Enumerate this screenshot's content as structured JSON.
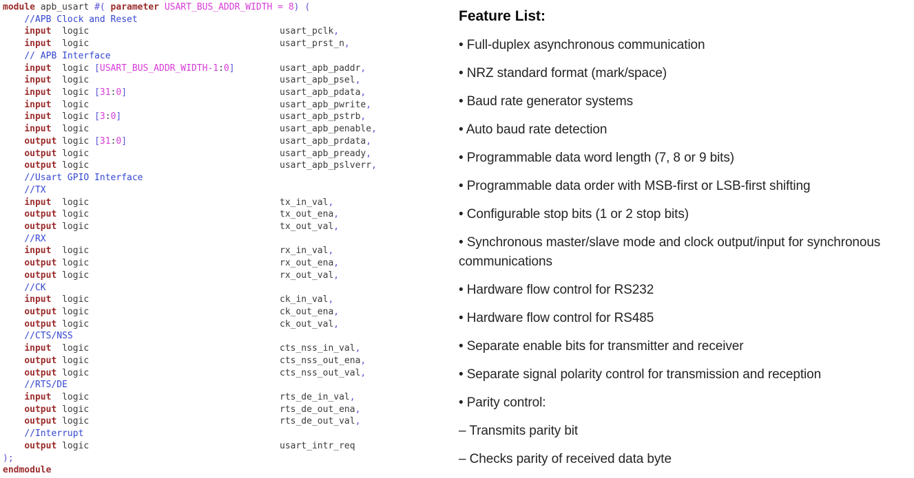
{
  "palette": {
    "keyword": "#9b2c2c",
    "comment": "#3346d1",
    "magenta": "#d83bd8",
    "punctuation": "#5a53d4",
    "plain": "#3a3a3a",
    "background": "#ffffff",
    "feature_text": "#242424"
  },
  "code": {
    "lines": [
      {
        "tokens": [
          [
            "kw",
            "module"
          ],
          [
            "pl",
            " apb_usart "
          ],
          [
            "pu",
            "#("
          ],
          [
            "pl",
            " "
          ],
          [
            "kw",
            "parameter"
          ],
          [
            "mg",
            " USART_BUS_ADDR_WIDTH = 8"
          ],
          [
            "pu",
            ")"
          ],
          [
            "pl",
            " "
          ],
          [
            "pu",
            "("
          ]
        ]
      },
      {
        "tokens": [
          [
            "pl",
            "    "
          ],
          [
            "cm",
            "//APB Clock and Reset"
          ]
        ]
      },
      {
        "tokens": [
          [
            "pl",
            "    "
          ],
          [
            "kw",
            "input"
          ],
          [
            "pl",
            "  logic"
          ]
        ],
        "signal": "usart_pclk",
        "comma": true
      },
      {
        "tokens": [
          [
            "pl",
            "    "
          ],
          [
            "kw",
            "input"
          ],
          [
            "pl",
            "  logic"
          ]
        ],
        "signal": "usart_prst_n",
        "comma": true
      },
      {
        "tokens": [
          [
            "pl",
            "    "
          ],
          [
            "cm",
            "// APB Interface"
          ]
        ]
      },
      {
        "tokens": [
          [
            "pl",
            "    "
          ],
          [
            "kw",
            "input"
          ],
          [
            "pl",
            "  logic "
          ],
          [
            "pu",
            "["
          ],
          [
            "mg",
            "USART_BUS_ADDR_WIDTH-1"
          ],
          [
            "pl",
            ":"
          ],
          [
            "mg",
            "0"
          ],
          [
            "pu",
            "]"
          ]
        ],
        "signal": "usart_apb_paddr",
        "comma": true
      },
      {
        "tokens": [
          [
            "pl",
            "    "
          ],
          [
            "kw",
            "input"
          ],
          [
            "pl",
            "  logic"
          ]
        ],
        "signal": "usart_apb_psel",
        "comma": true
      },
      {
        "tokens": [
          [
            "pl",
            "    "
          ],
          [
            "kw",
            "input"
          ],
          [
            "pl",
            "  logic "
          ],
          [
            "pu",
            "["
          ],
          [
            "mg",
            "31"
          ],
          [
            "pl",
            ":"
          ],
          [
            "mg",
            "0"
          ],
          [
            "pu",
            "]"
          ]
        ],
        "signal": "usart_apb_pdata",
        "comma": true
      },
      {
        "tokens": [
          [
            "pl",
            "    "
          ],
          [
            "kw",
            "input"
          ],
          [
            "pl",
            "  logic"
          ]
        ],
        "signal": "usart_apb_pwrite",
        "comma": true
      },
      {
        "tokens": [
          [
            "pl",
            "    "
          ],
          [
            "kw",
            "input"
          ],
          [
            "pl",
            "  logic "
          ],
          [
            "pu",
            "["
          ],
          [
            "mg",
            "3"
          ],
          [
            "pl",
            ":"
          ],
          [
            "mg",
            "0"
          ],
          [
            "pu",
            "]"
          ]
        ],
        "signal": "usart_apb_pstrb",
        "comma": true
      },
      {
        "tokens": [
          [
            "pl",
            "    "
          ],
          [
            "kw",
            "input"
          ],
          [
            "pl",
            "  logic"
          ]
        ],
        "signal": "usart_apb_penable",
        "comma": true
      },
      {
        "tokens": [
          [
            "pl",
            "    "
          ],
          [
            "kw",
            "output"
          ],
          [
            "pl",
            " logic "
          ],
          [
            "pu",
            "["
          ],
          [
            "mg",
            "31"
          ],
          [
            "pl",
            ":"
          ],
          [
            "mg",
            "0"
          ],
          [
            "pu",
            "]"
          ]
        ],
        "signal": "usart_apb_prdata",
        "comma": true
      },
      {
        "tokens": [
          [
            "pl",
            "    "
          ],
          [
            "kw",
            "output"
          ],
          [
            "pl",
            " logic"
          ]
        ],
        "signal": "usart_apb_pready",
        "comma": true
      },
      {
        "tokens": [
          [
            "pl",
            "    "
          ],
          [
            "kw",
            "output"
          ],
          [
            "pl",
            " logic"
          ]
        ],
        "signal": "usart_apb_pslverr",
        "comma": true
      },
      {
        "tokens": [
          [
            "pl",
            "    "
          ],
          [
            "cm",
            "//Usart GPIO Interface"
          ]
        ]
      },
      {
        "tokens": [
          [
            "pl",
            "    "
          ],
          [
            "cm",
            "//TX"
          ]
        ]
      },
      {
        "tokens": [
          [
            "pl",
            "    "
          ],
          [
            "kw",
            "input"
          ],
          [
            "pl",
            "  logic"
          ]
        ],
        "signal": "tx_in_val",
        "comma": true
      },
      {
        "tokens": [
          [
            "pl",
            "    "
          ],
          [
            "kw",
            "output"
          ],
          [
            "pl",
            " logic"
          ]
        ],
        "signal": "tx_out_ena",
        "comma": true
      },
      {
        "tokens": [
          [
            "pl",
            "    "
          ],
          [
            "kw",
            "output"
          ],
          [
            "pl",
            " logic"
          ]
        ],
        "signal": "tx_out_val",
        "comma": true
      },
      {
        "tokens": [
          [
            "pl",
            "    "
          ],
          [
            "cm",
            "//RX"
          ]
        ]
      },
      {
        "tokens": [
          [
            "pl",
            "    "
          ],
          [
            "kw",
            "input"
          ],
          [
            "pl",
            "  logic"
          ]
        ],
        "signal": "rx_in_val",
        "comma": true
      },
      {
        "tokens": [
          [
            "pl",
            "    "
          ],
          [
            "kw",
            "output"
          ],
          [
            "pl",
            " logic"
          ]
        ],
        "signal": "rx_out_ena",
        "comma": true
      },
      {
        "tokens": [
          [
            "pl",
            "    "
          ],
          [
            "kw",
            "output"
          ],
          [
            "pl",
            " logic"
          ]
        ],
        "signal": "rx_out_val",
        "comma": true
      },
      {
        "tokens": [
          [
            "pl",
            "    "
          ],
          [
            "cm",
            "//CK"
          ]
        ]
      },
      {
        "tokens": [
          [
            "pl",
            "    "
          ],
          [
            "kw",
            "input"
          ],
          [
            "pl",
            "  logic"
          ]
        ],
        "signal": "ck_in_val",
        "comma": true
      },
      {
        "tokens": [
          [
            "pl",
            "    "
          ],
          [
            "kw",
            "output"
          ],
          [
            "pl",
            " logic"
          ]
        ],
        "signal": "ck_out_ena",
        "comma": true
      },
      {
        "tokens": [
          [
            "pl",
            "    "
          ],
          [
            "kw",
            "output"
          ],
          [
            "pl",
            " logic"
          ]
        ],
        "signal": "ck_out_val",
        "comma": true
      },
      {
        "tokens": [
          [
            "pl",
            "    "
          ],
          [
            "cm",
            "//CTS/NSS"
          ]
        ]
      },
      {
        "tokens": [
          [
            "pl",
            "    "
          ],
          [
            "kw",
            "input"
          ],
          [
            "pl",
            "  logic"
          ]
        ],
        "signal": "cts_nss_in_val",
        "comma": true
      },
      {
        "tokens": [
          [
            "pl",
            "    "
          ],
          [
            "kw",
            "output"
          ],
          [
            "pl",
            " logic"
          ]
        ],
        "signal": "cts_nss_out_ena",
        "comma": true
      },
      {
        "tokens": [
          [
            "pl",
            "    "
          ],
          [
            "kw",
            "output"
          ],
          [
            "pl",
            " logic"
          ]
        ],
        "signal": "cts_nss_out_val",
        "comma": true
      },
      {
        "tokens": [
          [
            "pl",
            "    "
          ],
          [
            "cm",
            "//RTS/DE"
          ]
        ]
      },
      {
        "tokens": [
          [
            "pl",
            "    "
          ],
          [
            "kw",
            "input"
          ],
          [
            "pl",
            "  logic"
          ]
        ],
        "signal": "rts_de_in_val",
        "comma": true
      },
      {
        "tokens": [
          [
            "pl",
            "    "
          ],
          [
            "kw",
            "output"
          ],
          [
            "pl",
            " logic"
          ]
        ],
        "signal": "rts_de_out_ena",
        "comma": true
      },
      {
        "tokens": [
          [
            "pl",
            "    "
          ],
          [
            "kw",
            "output"
          ],
          [
            "pl",
            " logic"
          ]
        ],
        "signal": "rts_de_out_val",
        "comma": true
      },
      {
        "tokens": [
          [
            "pl",
            "    "
          ],
          [
            "cm",
            "//Interrupt"
          ]
        ]
      },
      {
        "tokens": [
          [
            "pl",
            "    "
          ],
          [
            "kw",
            "output"
          ],
          [
            "pl",
            " logic"
          ]
        ],
        "signal": "usart_intr_req",
        "comma": false
      },
      {
        "tokens": [
          [
            "pu",
            ");"
          ]
        ]
      },
      {
        "tokens": [
          [
            "kw",
            "endmodule"
          ]
        ]
      }
    ]
  },
  "features": {
    "title": "Feature List:",
    "items": [
      {
        "marker": "•",
        "text": "Full-duplex asynchronous communication"
      },
      {
        "marker": "•",
        "text": "NRZ standard format (mark/space)"
      },
      {
        "marker": "•",
        "text": "Baud rate generator systems"
      },
      {
        "marker": "•",
        "text": "Auto baud rate detection"
      },
      {
        "marker": "•",
        "text": "Programmable data word length (7, 8 or 9 bits)"
      },
      {
        "marker": "•",
        "text": "Programmable data order with MSB-first or LSB-first shifting"
      },
      {
        "marker": "•",
        "text": "Configurable stop bits (1 or 2 stop bits)"
      },
      {
        "marker": "•",
        "text": "Synchronous master/slave mode and clock output/input for synchronous communications"
      },
      {
        "marker": "•",
        "text": "Hardware flow control for RS232"
      },
      {
        "marker": "•",
        "text": "Hardware flow control for RS485"
      },
      {
        "marker": "•",
        "text": "Separate enable bits for transmitter and receiver"
      },
      {
        "marker": "•",
        "text": "Separate signal polarity control for transmission and reception"
      },
      {
        "marker": "•",
        "text": "Parity control:"
      },
      {
        "marker": "–",
        "text": "Transmits parity bit"
      },
      {
        "marker": "–",
        "text": "Checks parity of received data byte"
      }
    ]
  }
}
